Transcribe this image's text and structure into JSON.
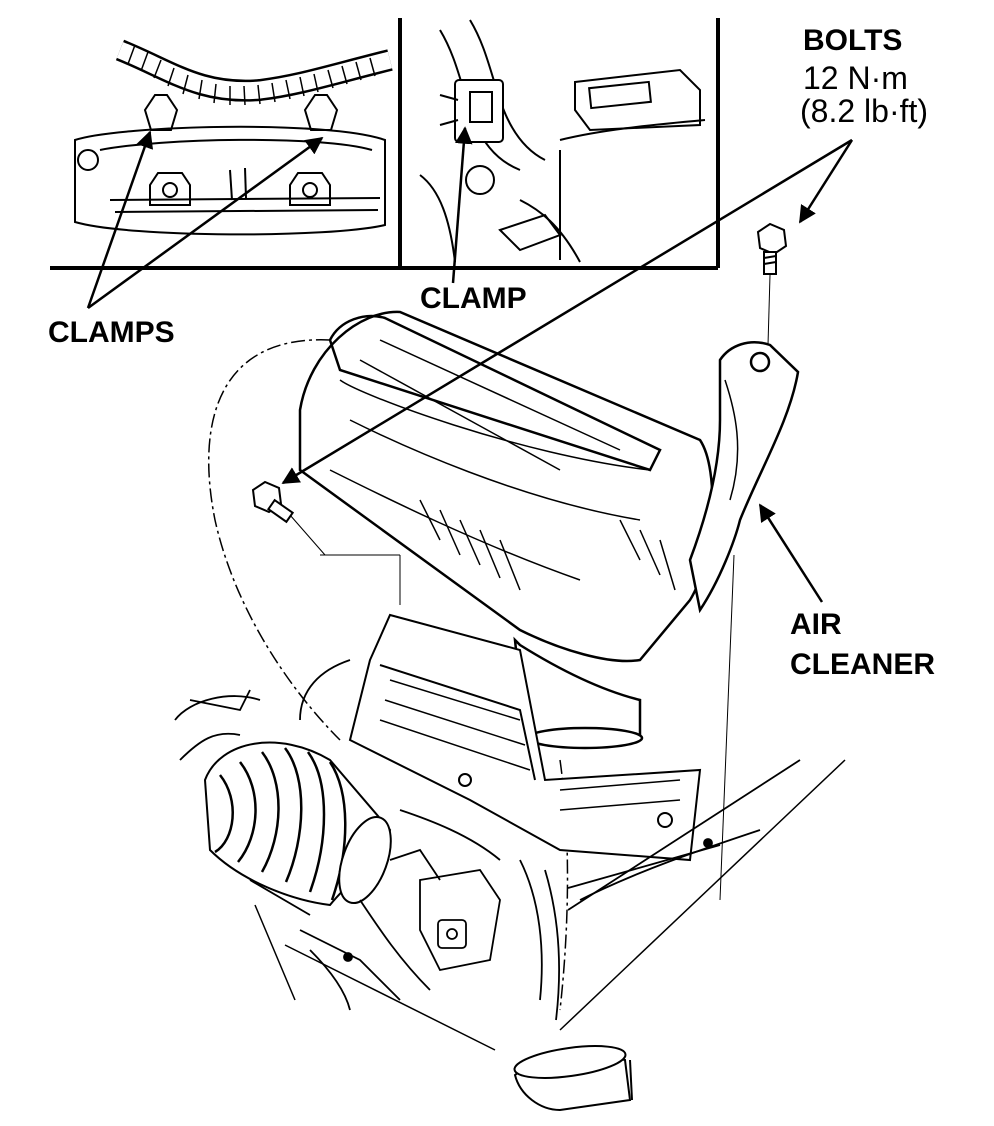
{
  "labels": {
    "clamps": "CLAMPS",
    "clamp": "CLAMP",
    "bolts": "BOLTS",
    "torque_nm": "12 N·m",
    "torque_lbft": "(8.2 lb·ft)",
    "air_cleaner_line1": "AIR",
    "air_cleaner_line2": "CLEANER"
  },
  "colors": {
    "ink": "#000000",
    "paper": "#ffffff"
  }
}
